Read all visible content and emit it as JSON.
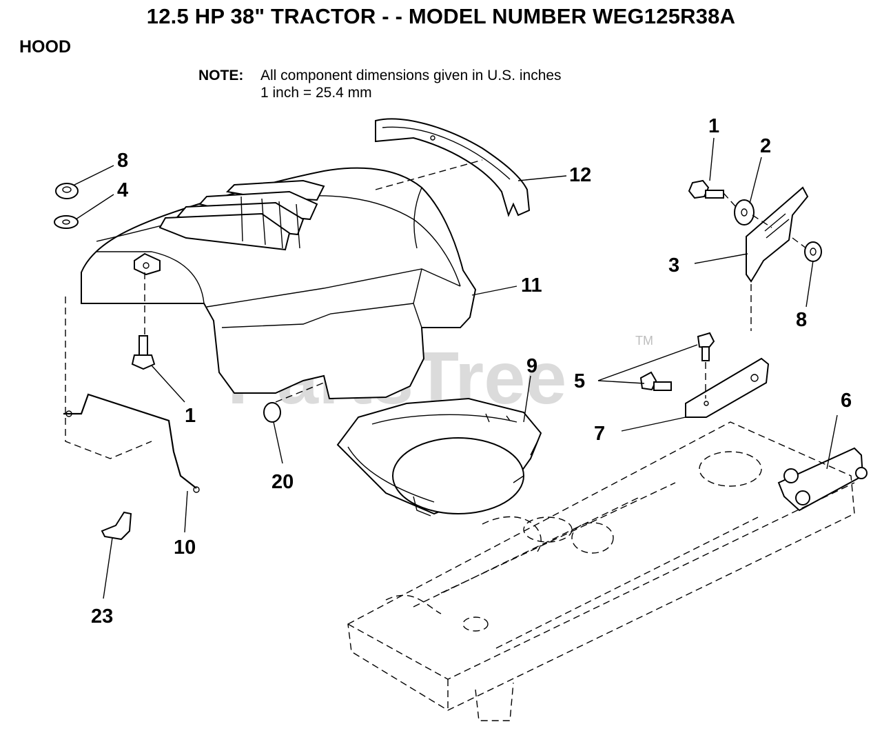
{
  "header": {
    "title": "12.5 HP 38\" TRACTOR - - MODEL NUMBER WEG125R38A",
    "section": "HOOD",
    "note_label": "NOTE:",
    "note_line1": "All component dimensions given in U.S. inches",
    "note_line2": "1 inch = 25.4 mm"
  },
  "watermark": {
    "text": "PartsTree",
    "tm": "TM"
  },
  "callouts": {
    "c1_left": "1",
    "c1_right": "1",
    "c2": "2",
    "c3": "3",
    "c4": "4",
    "c5": "5",
    "c6": "6",
    "c7": "7",
    "c8_left": "8",
    "c8_right": "8",
    "c9": "9",
    "c10": "10",
    "c11": "11",
    "c12": "12",
    "c20": "20",
    "c23": "23"
  }
}
